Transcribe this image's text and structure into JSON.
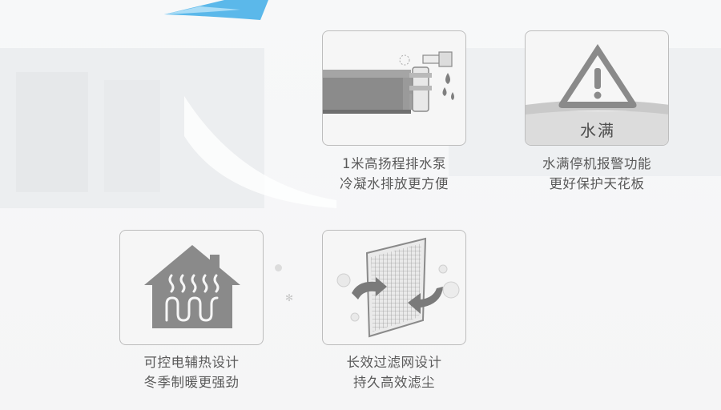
{
  "warning_badge": "水满",
  "features": [
    {
      "id": "pump",
      "line1": "1米高扬程排水泵",
      "line2": "冷凝水排放更方便",
      "icon": "drain-pump-icon"
    },
    {
      "id": "water-full",
      "line1": "水满停机报警功能",
      "line2": "更好保护天花板",
      "icon": "warning-icon"
    },
    {
      "id": "heater",
      "line1": "可控电辅热设计",
      "line2": "冬季制暖更强劲",
      "icon": "house-heating-icon"
    },
    {
      "id": "filter",
      "line1": "长效过滤网设计",
      "line2": "持久高效滤尘",
      "icon": "filter-mesh-icon"
    }
  ],
  "colors": {
    "card_border": "#bdbdbd",
    "icon_gray": "#8a8a8a",
    "text": "#5a5a5a",
    "accent_blue": "#5bb8ea"
  }
}
